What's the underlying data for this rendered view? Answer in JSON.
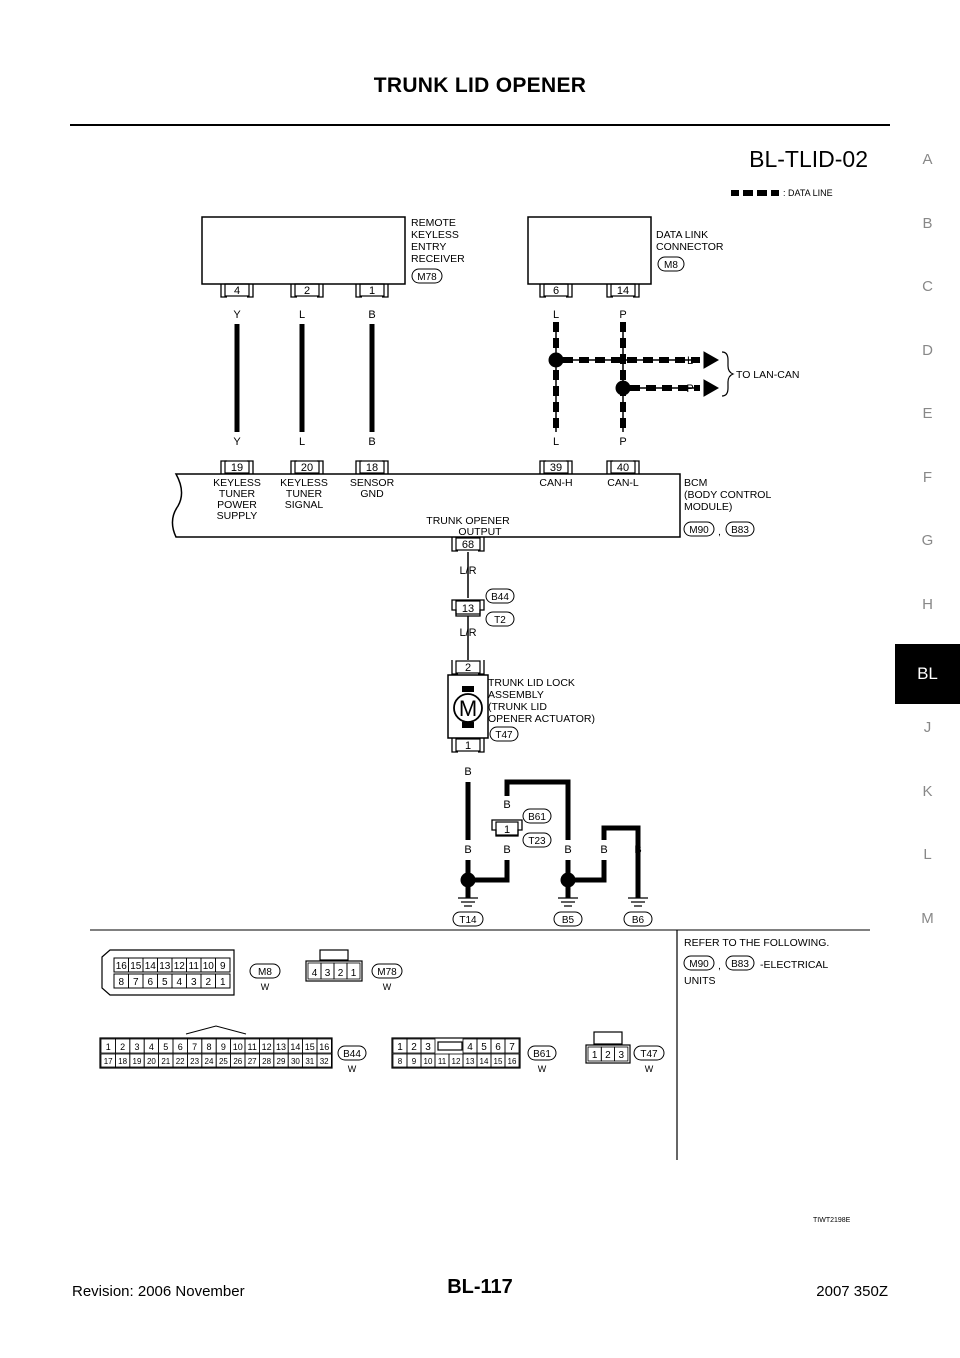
{
  "header": {
    "title": "TRUNK LID OPENER",
    "diagram_code": "BL-TLID-02"
  },
  "side_tabs": [
    "A",
    "B",
    "C",
    "D",
    "E",
    "F",
    "G",
    "H",
    "BL",
    "J",
    "K",
    "L",
    "M"
  ],
  "active_tab": "BL",
  "legend": {
    "data_line": ": DATA LINE"
  },
  "components": {
    "rke": {
      "name": [
        "REMOTE",
        "KEYLESS",
        "ENTRY",
        "RECEIVER"
      ],
      "connector": "M78",
      "pins": [
        "4",
        "2",
        "1"
      ]
    },
    "dlc": {
      "name": [
        "DATA LINK",
        "CONNECTOR"
      ],
      "connector": "M8",
      "pins": [
        "6",
        "14"
      ]
    },
    "bcm": {
      "name": [
        "BCM",
        "(BODY CONTROL",
        " MODULE)"
      ],
      "connectors": [
        "M90",
        "B83"
      ],
      "separator": ",",
      "pins": [
        "19",
        "20",
        "18",
        "39",
        "40"
      ],
      "pin_labels": [
        [
          "KEYLESS",
          "TUNER",
          "POWER",
          "SUPPLY"
        ],
        [
          "KEYLESS",
          "TUNER",
          "SIGNAL"
        ],
        [
          "SENSOR",
          "GND"
        ],
        [
          "CAN-H"
        ],
        [
          "CAN-L"
        ]
      ],
      "output_label": [
        "TRUNK OPENER",
        "OUTPUT"
      ],
      "output_pin": "68"
    },
    "joint": {
      "pin": "13",
      "connectors": [
        "B44",
        "T2"
      ]
    },
    "actuator": {
      "name": [
        "TRUNK LID LOCK",
        "ASSEMBLY",
        "(TRUNK LID",
        " OPENER ACTUATOR)"
      ],
      "connector": "T47",
      "pins": [
        "2",
        "1"
      ],
      "motor": "M"
    },
    "joint2": {
      "pin": "1",
      "connectors": [
        "B61",
        "T23"
      ]
    },
    "grounds": [
      "T14",
      "B5",
      "B6"
    ],
    "lan_can": "TO LAN-CAN"
  },
  "wires": {
    "rke_top": [
      "Y",
      "L",
      "B"
    ],
    "rke_bottom": [
      "Y",
      "L",
      "B"
    ],
    "dlc_top": [
      "L",
      "P"
    ],
    "dlc_bottom": [
      "L",
      "P"
    ],
    "lan_can": [
      "L",
      "P"
    ],
    "out_top": "L/R",
    "out_bottom": "L/R",
    "act_bottom": "B",
    "joint2_top": "B",
    "ground_labels": [
      "B",
      "B",
      "B",
      "B",
      "B"
    ]
  },
  "connector_views": {
    "m8": {
      "id": "M8",
      "color": "W",
      "row1": [
        "16",
        "15",
        "14",
        "13",
        "12",
        "11",
        "10",
        "9"
      ],
      "row2": [
        "8",
        "7",
        "6",
        "5",
        "4",
        "3",
        "2",
        "1"
      ]
    },
    "m78": {
      "id": "M78",
      "color": "W",
      "row": [
        "4",
        "3",
        "2",
        "1"
      ]
    },
    "b44": {
      "id": "B44",
      "color": "W",
      "row1": [
        "1",
        "2",
        "3",
        "4",
        "5",
        "6",
        "7",
        "8",
        "9",
        "10",
        "11",
        "12",
        "13",
        "14",
        "15",
        "16"
      ],
      "row2": [
        "17",
        "18",
        "19",
        "20",
        "21",
        "22",
        "23",
        "24",
        "25",
        "26",
        "27",
        "28",
        "29",
        "30",
        "31",
        "32"
      ]
    },
    "b61": {
      "id": "B61",
      "color": "W",
      "row1a": [
        "1",
        "2",
        "3"
      ],
      "row1b": [
        "4",
        "5",
        "6",
        "7"
      ],
      "row2": [
        "8",
        "9",
        "10",
        "11",
        "12",
        "13",
        "14",
        "15",
        "16"
      ]
    },
    "t47": {
      "id": "T47",
      "color": "W",
      "row": [
        "1",
        "2",
        "3"
      ]
    }
  },
  "refer": {
    "text": "REFER TO THE FOLLOWING.",
    "connectors": [
      "M90",
      "B83"
    ],
    "separator": ",",
    "suffix": "-ELECTRICAL",
    "suffix2": "UNITS"
  },
  "figure_id": "TIWT2198E",
  "footer": {
    "revision": "Revision: 2006 November",
    "page": "BL-117",
    "model": "2007 350Z"
  }
}
